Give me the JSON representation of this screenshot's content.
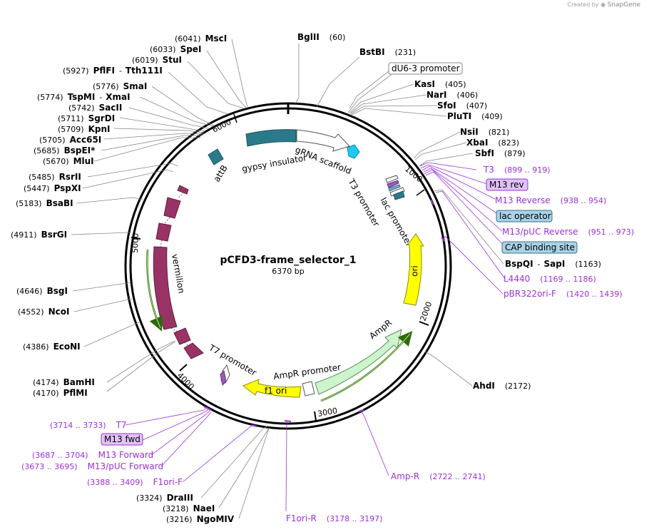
{
  "credit": {
    "prefix": "Created by",
    "brand": "SnapGene"
  },
  "plasmid": {
    "name": "pCFD3-frame_selector_1",
    "length_label": "6370 bp",
    "total_bp": 6370
  },
  "ticks": [
    "1000",
    "2000",
    "3000",
    "4000",
    "5000",
    "6000"
  ],
  "features": [
    {
      "name": "gypsy insulator",
      "label": "gypsy insulator",
      "color": "#2b7a8c"
    },
    {
      "name": "gRNA scaffold",
      "label": "gRNA scaffold",
      "color": "#ffffff"
    },
    {
      "name": "dU6-3 promoter",
      "label": "dU6-3 promoter",
      "color": "#ffffff"
    },
    {
      "name": "attB",
      "label": "attB",
      "color": "#2b7a8c"
    },
    {
      "name": "T3 promoter",
      "label": "T3 promoter",
      "color": "#ffffff"
    },
    {
      "name": "lac promoter",
      "label": "lac promoter",
      "color": "#ffffff"
    },
    {
      "name": "ori",
      "label": "ori",
      "color": "#ffff00"
    },
    {
      "name": "AmpR",
      "label": "AmpR",
      "color": "#ccf5cc"
    },
    {
      "name": "AmpR promoter",
      "label": "AmpR promoter",
      "color": "#ffffff"
    },
    {
      "name": "f1 ori",
      "label": "f1 ori",
      "color": "#ffff00"
    },
    {
      "name": "T7 promoter",
      "label": "T7 promoter",
      "color": "#ffffff"
    },
    {
      "name": "vermilion",
      "label": "vermilion",
      "color": "#993366"
    }
  ],
  "sites": [
    {
      "name": "MscI",
      "pos": "(6041)"
    },
    {
      "name": "SpeI",
      "pos": "(6033)"
    },
    {
      "name": "StuI",
      "pos": "(6019)"
    },
    {
      "name": "PflFI",
      "pos": "(5927)",
      "name2": "Tth111I"
    },
    {
      "name": "SmaI",
      "pos": "(5776)"
    },
    {
      "name": "TspMI",
      "pos": "(5774)",
      "name2": "XmaI"
    },
    {
      "name": "SacII",
      "pos": "(5742)"
    },
    {
      "name": "SgrDI",
      "pos": "(5711)"
    },
    {
      "name": "KpnI",
      "pos": "(5709)"
    },
    {
      "name": "Acc65I",
      "pos": "(5705)"
    },
    {
      "name": "BspEI",
      "pos": "(5685)",
      "star": "*"
    },
    {
      "name": "MluI",
      "pos": "(5670)"
    },
    {
      "name": "RsrII",
      "pos": "(5485)"
    },
    {
      "name": "PspXI",
      "pos": "(5447)"
    },
    {
      "name": "BsaBI",
      "pos": "(5183)"
    },
    {
      "name": "BsrGI",
      "pos": "(4911)"
    },
    {
      "name": "BsgI",
      "pos": "(4646)"
    },
    {
      "name": "NcoI",
      "pos": "(4552)"
    },
    {
      "name": "EcoNI",
      "pos": "(4386)"
    },
    {
      "name": "BamHI",
      "pos": "(4174)"
    },
    {
      "name": "PflMI",
      "pos": "(4170)"
    },
    {
      "name": "DraIII",
      "pos": "(3324)"
    },
    {
      "name": "NaeI",
      "pos": "(3218)"
    },
    {
      "name": "NgoMIV",
      "pos": "(3216)"
    },
    {
      "name": "BglII",
      "pos": "(60)"
    },
    {
      "name": "BstBI",
      "pos": "(231)"
    },
    {
      "name": "KasI",
      "pos": "(405)"
    },
    {
      "name": "NarI",
      "pos": "(406)"
    },
    {
      "name": "SfoI",
      "pos": "(407)"
    },
    {
      "name": "PluTI",
      "pos": "(409)"
    },
    {
      "name": "NsiI",
      "pos": "(821)"
    },
    {
      "name": "XbaI",
      "pos": "(823)"
    },
    {
      "name": "SbfI",
      "pos": "(879)"
    },
    {
      "name": "BspQI",
      "pos": "(1163)",
      "name2": "SapI"
    },
    {
      "name": "AhdI",
      "pos": "(2172)"
    }
  ],
  "primers": [
    {
      "name": "T3",
      "pos": "(899 .. 919)"
    },
    {
      "name": "M13 rev",
      "boxed": true
    },
    {
      "name": "M13 Reverse",
      "pos": "(938 .. 954)"
    },
    {
      "name": "lac operator",
      "boxed": true
    },
    {
      "name": "M13/pUC Reverse",
      "pos": "(951 .. 973)"
    },
    {
      "name": "CAP binding site",
      "boxed": true
    },
    {
      "name": "L4440",
      "pos": "(1169 .. 1186)"
    },
    {
      "name": "pBR322ori-F",
      "pos": "(1420 .. 1439)"
    },
    {
      "name": "Amp-R",
      "pos": "(2722 .. 2741)"
    },
    {
      "name": "F1ori-R",
      "pos": "(3178 .. 3197)"
    },
    {
      "name": "T7",
      "pos": "(3714 .. 3733)"
    },
    {
      "name": "M13 fwd",
      "boxed": true
    },
    {
      "name": "M13 Forward",
      "pos": "(3687 .. 3704)"
    },
    {
      "name": "M13/pUC Forward",
      "pos": "(3673 .. 3695)"
    },
    {
      "name": "F1ori-F",
      "pos": "(3388 .. 3409)"
    }
  ]
}
